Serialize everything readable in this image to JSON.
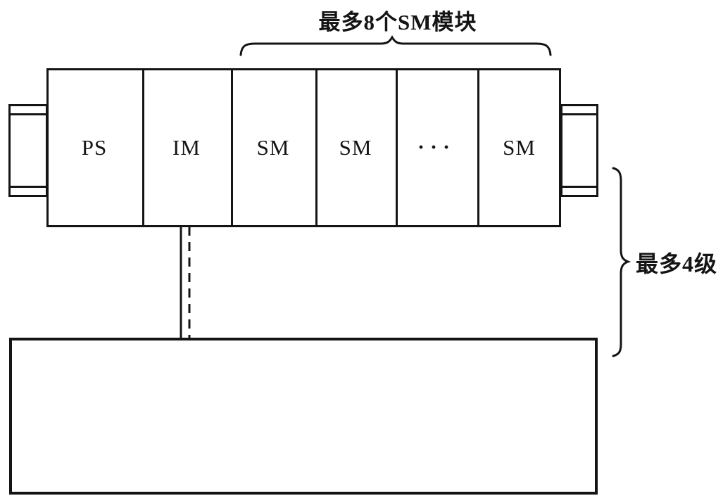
{
  "diagram": {
    "top_brace_label": "最多8个SM模块",
    "side_brace_label": "最多4级",
    "modules": [
      {
        "label": "PS"
      },
      {
        "label": "IM"
      },
      {
        "label": "SM"
      },
      {
        "label": "SM"
      },
      {
        "label": "···"
      },
      {
        "label": "SM"
      }
    ],
    "colors": {
      "line": "#141414",
      "background": "#ffffff"
    }
  }
}
